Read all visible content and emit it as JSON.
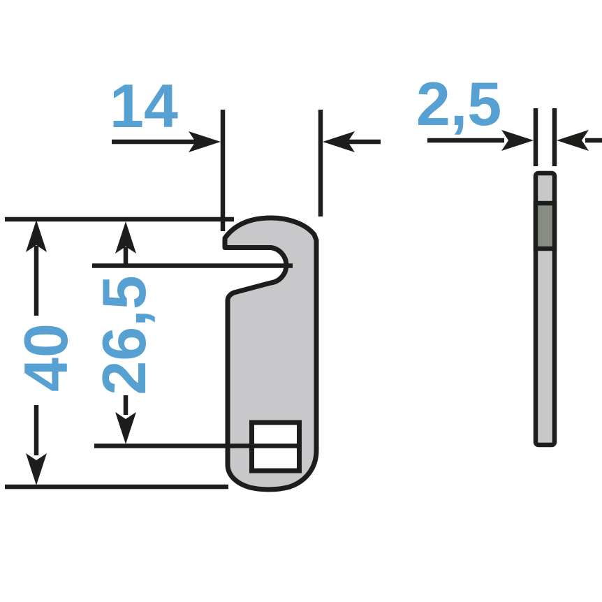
{
  "drawing": {
    "labels": {
      "width": "14",
      "thickness": "2,5",
      "length": "40",
      "offset": "26,5"
    },
    "colors": {
      "dim_text": "#56a0d2",
      "line": "#1d1d1b",
      "part_fill": "#c8c8ca",
      "part_fill_dark": "#878d83",
      "hole_fill": "#ffffff",
      "background": "#ffffff"
    }
  }
}
